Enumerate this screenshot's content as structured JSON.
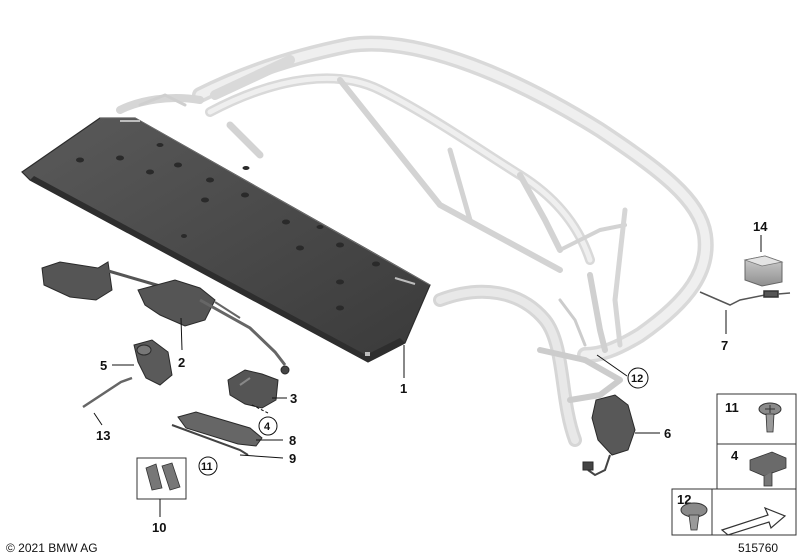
{
  "callouts": {
    "p1": "1",
    "p2": "2",
    "p3": "3",
    "p4": "4",
    "p5": "5",
    "p6": "6",
    "p7": "7",
    "p8": "8",
    "p9": "9",
    "p10": "10",
    "p11": "11",
    "p12": "12",
    "p13": "13",
    "p14": "14"
  },
  "legend": {
    "item11": "11",
    "item4": "4",
    "item12": "12"
  },
  "footer": {
    "copyright": "© 2021 BMW AG",
    "diagram_number": "515760"
  },
  "colors": {
    "cover_panel": "#4a4a4a",
    "frame": "#dcdcdc",
    "parts": "#555555"
  }
}
